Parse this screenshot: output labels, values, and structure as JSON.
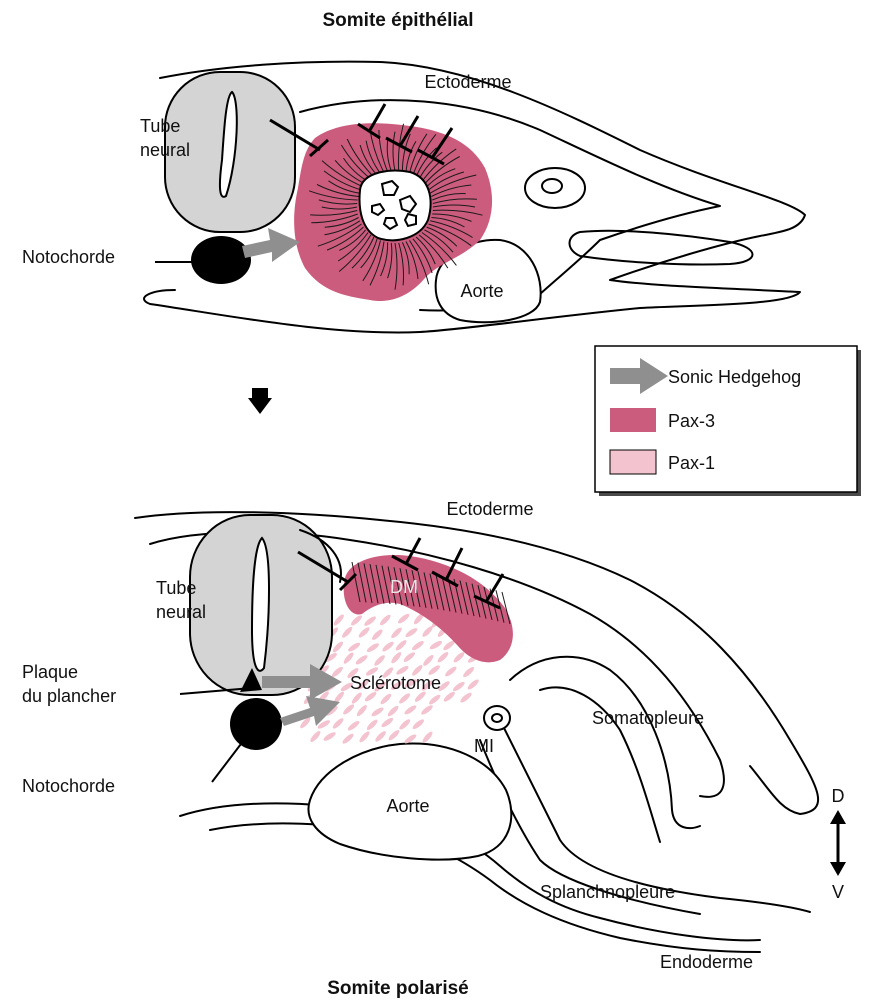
{
  "titles": {
    "top": "Somite épithélial",
    "bottom": "Somite polarisé"
  },
  "top_panel": {
    "ectoderm": "Ectoderme",
    "neural_tube_line1": "Tube",
    "neural_tube_line2": "neural",
    "notochord": "Notochorde",
    "aorta": "Aorte"
  },
  "bottom_panel": {
    "ectoderm": "Ectoderme",
    "neural_tube_line1": "Tube",
    "neural_tube_line2": "neural",
    "floor_plate_line1": "Plaque",
    "floor_plate_line2": "du plancher",
    "notochord": "Notochorde",
    "dermomyotome": "DM",
    "sclerotome": "Sclérotome",
    "intermediate_mesoderm": "MI",
    "somatopleure": "Somatopleure",
    "aorta": "Aorte",
    "splanchnopleure": "Splanchnopleure",
    "endoderm": "Endoderme"
  },
  "legend": {
    "items": [
      {
        "label": "Sonic Hedgehog",
        "kind": "arrow",
        "color": "#8f8f8f"
      },
      {
        "label": "Pax-3",
        "kind": "swatch",
        "color": "#cc5c7e"
      },
      {
        "label": "Pax-1",
        "kind": "swatch",
        "color": "#f4c3d0"
      }
    ]
  },
  "axis": {
    "dorsal": "D",
    "ventral": "V"
  },
  "colors": {
    "pax3": "#cc5c7e",
    "pax1": "#f4c3d0",
    "shh": "#8f8f8f",
    "neural_tube": "#d4d4d4"
  }
}
